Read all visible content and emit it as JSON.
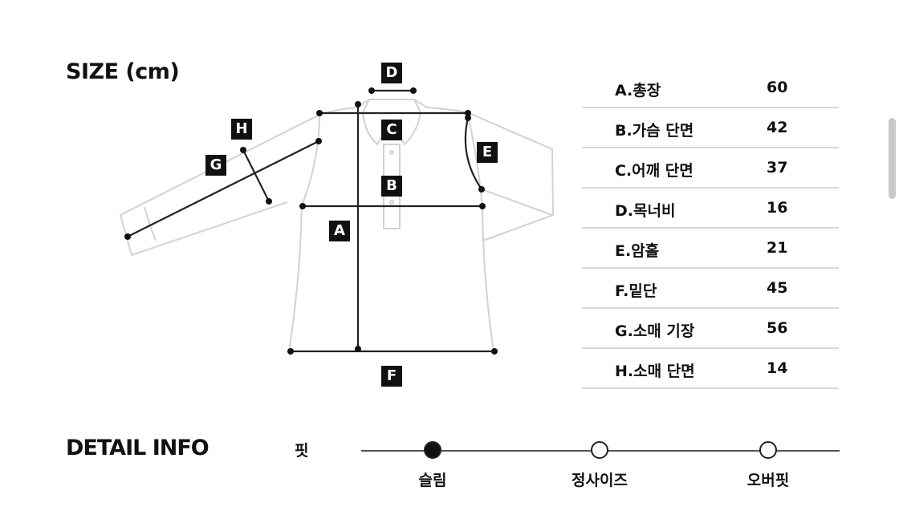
{
  "size_section": {
    "title": "SIZE (cm)",
    "diagram_labels": {
      "A": "A",
      "B": "B",
      "C": "C",
      "D": "D",
      "E": "E",
      "F": "F",
      "G": "G",
      "H": "H"
    },
    "measurements": [
      {
        "name": "A.총장",
        "value": "60"
      },
      {
        "name": "B.가슴 단면",
        "value": "42"
      },
      {
        "name": "C.어깨 단면",
        "value": "37"
      },
      {
        "name": "D.목너비",
        "value": "16"
      },
      {
        "name": "E.암홀",
        "value": "21"
      },
      {
        "name": "F.밑단",
        "value": "45"
      },
      {
        "name": "G.소매 기장",
        "value": "56"
      },
      {
        "name": "H.소매 단면",
        "value": "14"
      }
    ]
  },
  "detail_section": {
    "title": "DETAIL INFO",
    "fit": {
      "label": "핏",
      "options": [
        {
          "label": "슬림",
          "selected": true
        },
        {
          "label": "정사이즈",
          "selected": false
        },
        {
          "label": "오버핏",
          "selected": false
        }
      ]
    }
  },
  "colors": {
    "ink": "#111111",
    "outline": "#d0d0d0",
    "divider": "#d8d8d8",
    "scrollbar": "#c9c9c9"
  }
}
